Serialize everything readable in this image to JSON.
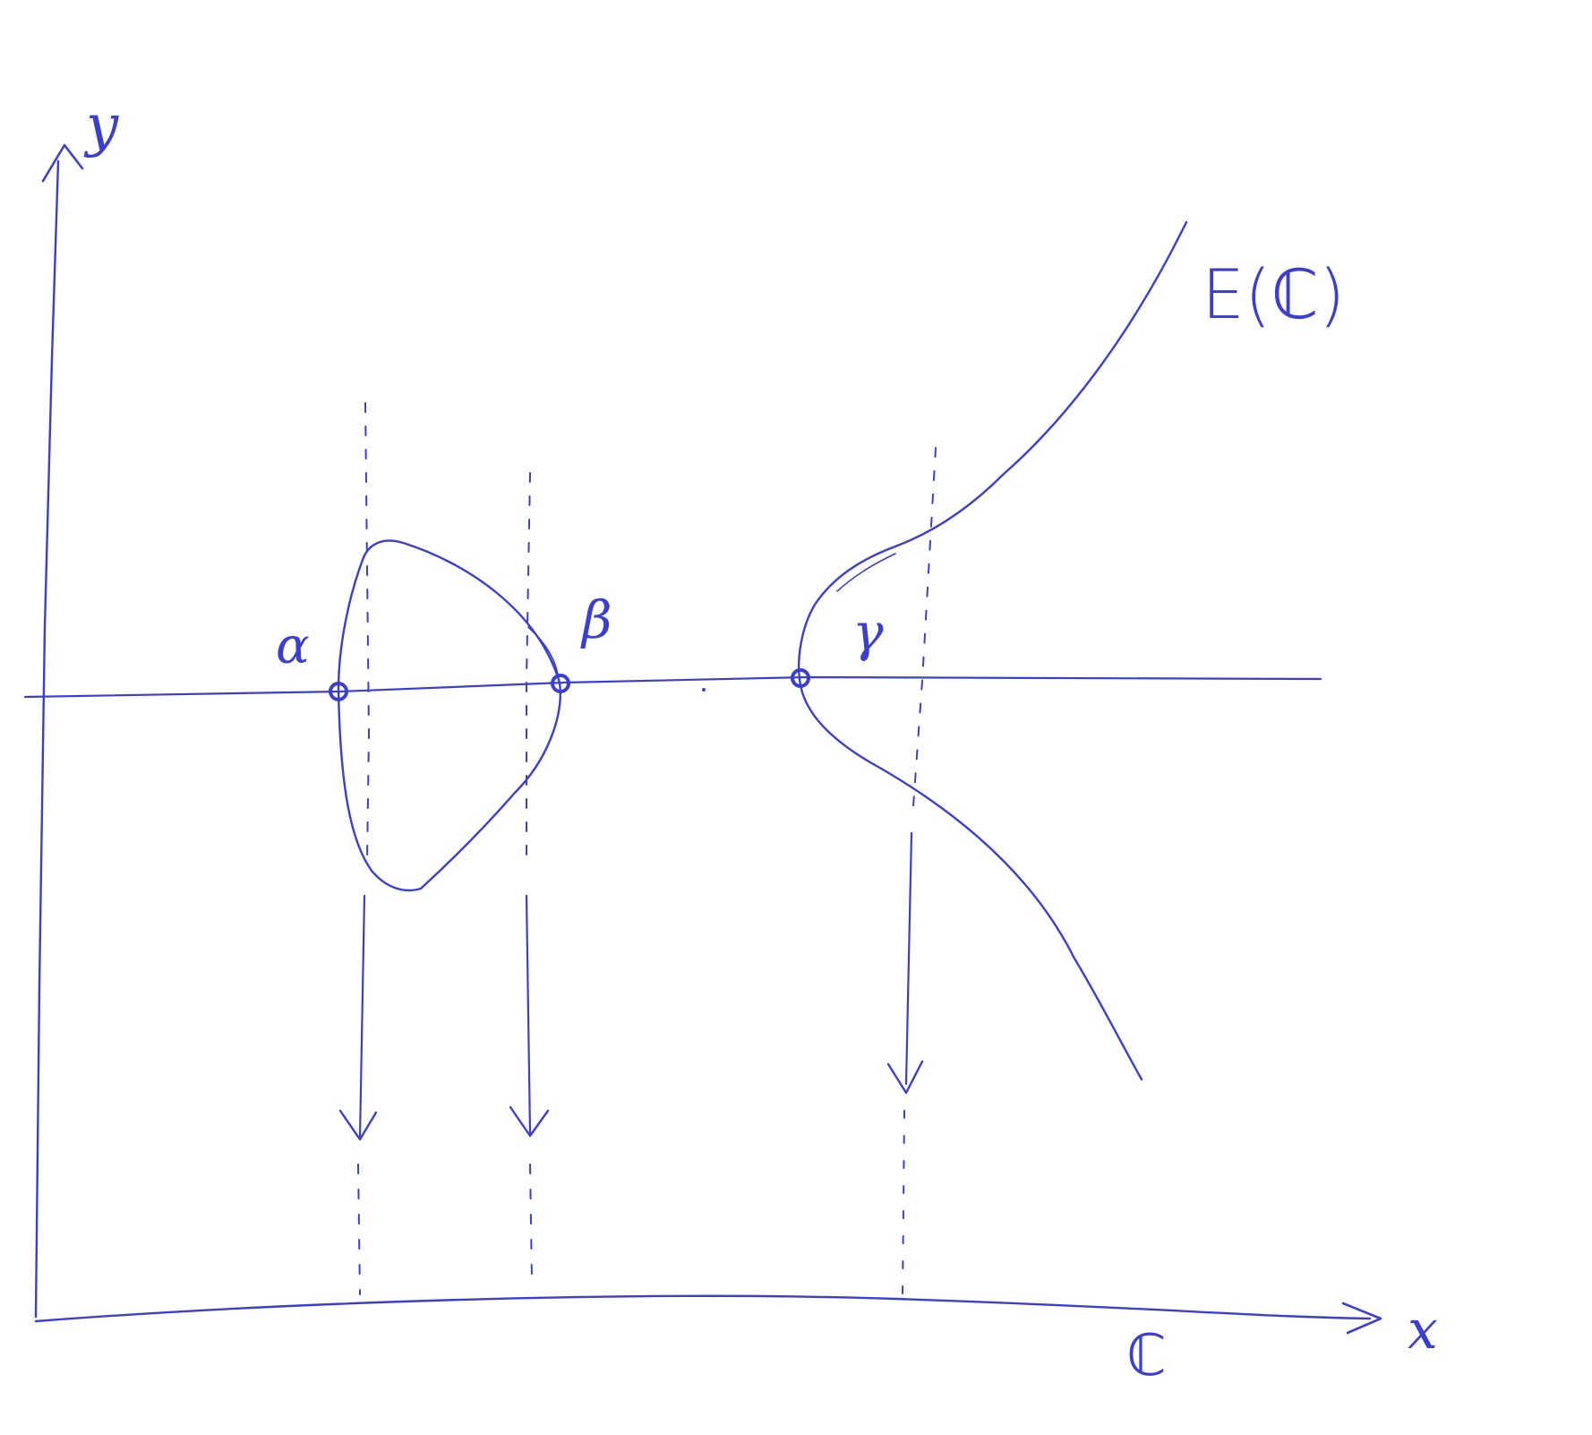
{
  "axes": {
    "y_label": "y",
    "x_label": "x",
    "base_label": "ℂ"
  },
  "curve": {
    "label": "E(ℂ)"
  },
  "roots": {
    "alpha": "α",
    "beta": "β",
    "gamma": "γ"
  },
  "colors": {
    "ink": "#3a3fd0"
  }
}
